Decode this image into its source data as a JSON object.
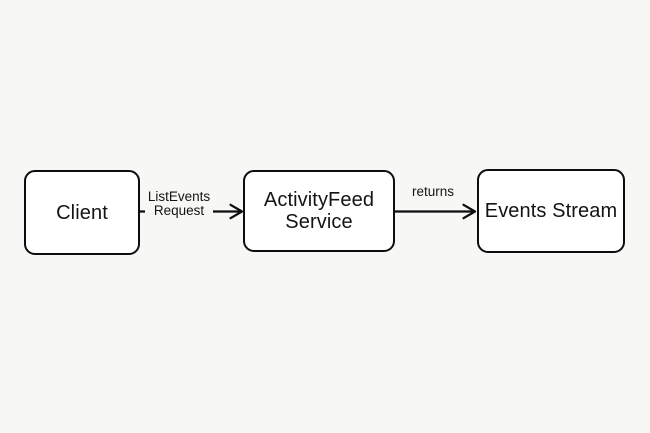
{
  "page": {
    "background_color": "#f7f7f5"
  },
  "diagram": {
    "colors": {
      "node_fill": "#ffffff",
      "stroke": "#0d0d0d",
      "text": "#141414",
      "background": "#f7f7f5"
    },
    "nodes": [
      {
        "id": "client",
        "label": "Client"
      },
      {
        "id": "activityfeed-service",
        "label": "ActivityFeed Service"
      },
      {
        "id": "events-stream",
        "label": "Events Stream"
      }
    ],
    "edges": [
      {
        "from": "client",
        "to": "activityfeed-service",
        "label_lines": [
          "ListEvents",
          "Request"
        ]
      },
      {
        "from": "activityfeed-service",
        "to": "events-stream",
        "label_lines": [
          "returns"
        ]
      }
    ]
  }
}
